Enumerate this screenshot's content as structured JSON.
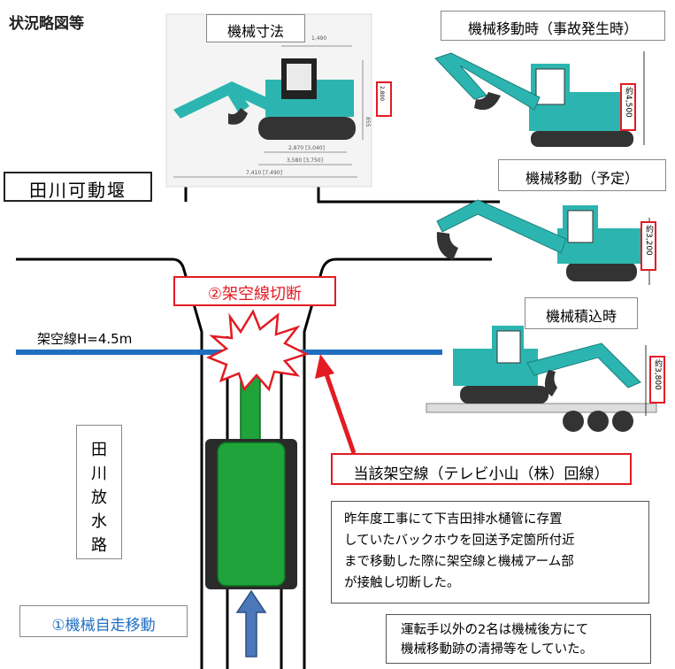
{
  "header": {
    "title": "状況略図等"
  },
  "labels": {
    "dimensions_label": "機械寸法",
    "moving_accident_label": "機械移動時（事故発生時）",
    "moving_planned_label": "機械移動（予定）",
    "loading_label": "機械積込時",
    "weir_name": "田川可動堰",
    "cut_label": "②架空線切断",
    "overhead_line_label": "架空線H=4.5m",
    "channel_label": [
      "田",
      "川",
      "放",
      "水",
      "路"
    ],
    "self_propelled_label": "①機械自走移動",
    "line_owner_label": "当該架空線（テレビ小山（株）回線）",
    "description_text": [
      "昨年度工事にて下吉田排水樋管に存置",
      "していたバックホウを回送予定箇所付近",
      "まで移動した際に架空線と機械アーム部",
      "が接触し切断した。"
    ],
    "note_text": [
      "運転手以外の2名は機械後方にて",
      "機械移動跡の清掃等をしていた。"
    ]
  },
  "heights": {
    "accident": "約4,500",
    "planned": "約3,200",
    "loading": "約3,800"
  },
  "spec_dims": {
    "width_top": "1,490",
    "height": "2,800",
    "clearance": "855",
    "track1": "2,870 [3,040]",
    "track2": "3,580 [3,750]",
    "overall": "7,410 [7,490]"
  },
  "colors": {
    "excavator_body": "#2cb5b0",
    "overhead_line": "#1f6fc1",
    "accent_red": "#e31b23",
    "machine_green": "#1fa33a",
    "arrow_blue": "#4a78b8"
  }
}
